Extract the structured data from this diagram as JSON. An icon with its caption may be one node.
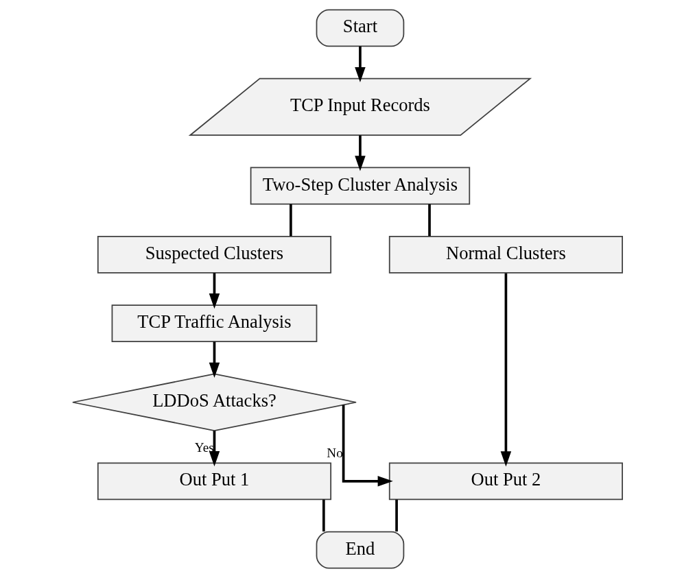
{
  "diagram": {
    "nodes": [
      {
        "text": [
          "Start"
        ]
      },
      {
        "text": [
          "TCP Input Records"
        ]
      },
      {
        "text": [
          "Two-Step Cluster Analysis"
        ]
      },
      {
        "text": [
          "Suspected Clusters"
        ]
      },
      {
        "text": [
          "Normal Clusters"
        ]
      },
      {
        "text": [
          "TCP Traffic Analysis"
        ]
      },
      {
        "text": [
          "LDDoS Attacks?"
        ]
      },
      {
        "text": [
          "Out Put 1"
        ]
      },
      {
        "text": [
          "Out Put 2"
        ]
      },
      {
        "text": [
          "End"
        ]
      }
    ],
    "edges": [
      {
        "from": 0,
        "to": 1,
        "arrow": "to"
      },
      {
        "from": 1,
        "to": 2,
        "arrow": "to"
      },
      {
        "from": 2,
        "to": 3,
        "arrow": "none"
      },
      {
        "from": 2,
        "to": 4,
        "arrow": "none"
      },
      {
        "from": 3,
        "to": 5,
        "arrow": "to"
      },
      {
        "from": 5,
        "to": 6,
        "arrow": "to"
      },
      {
        "from": 6,
        "to": 7,
        "arrow": "to",
        "label": "Yes"
      },
      {
        "from": 6,
        "to": 8,
        "arrow": "to",
        "label": "No"
      },
      {
        "from": 4,
        "to": 8,
        "arrow": "to"
      },
      {
        "from": 7,
        "to": 9,
        "arrow": "none"
      },
      {
        "from": 8,
        "to": 9,
        "arrow": "none"
      }
    ]
  }
}
